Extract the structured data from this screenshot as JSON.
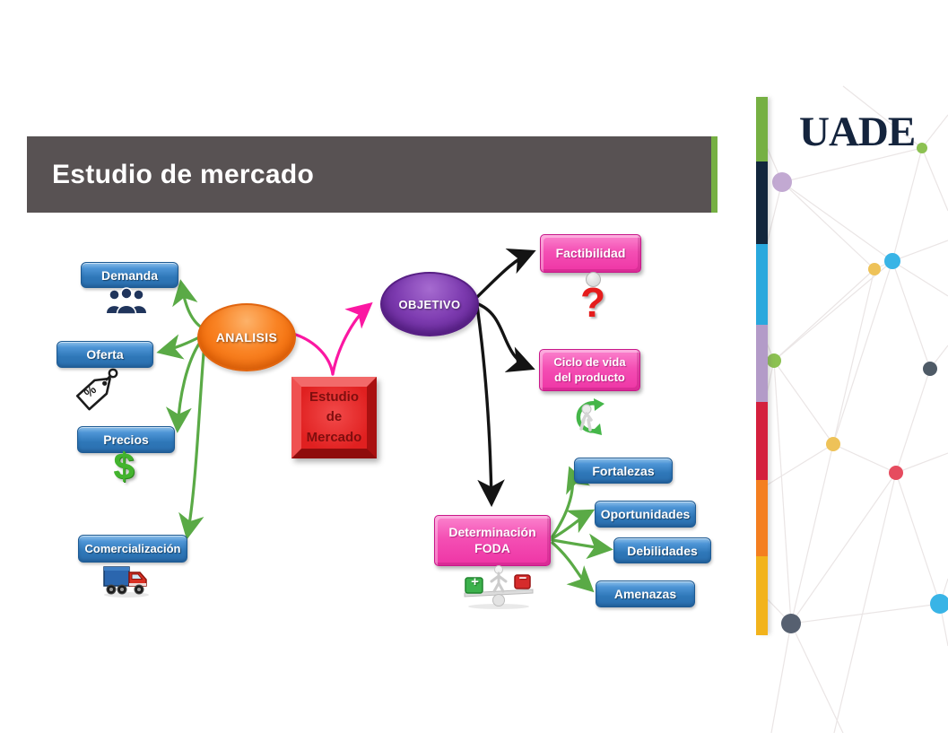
{
  "slide": {
    "title": "Estudio de mercado"
  },
  "logo": {
    "text": "UADE"
  },
  "mindmap": {
    "center": {
      "lines": [
        "Estudio",
        "de",
        "Mercado"
      ]
    },
    "analisis": {
      "label": "ANALISIS"
    },
    "objetivo": {
      "label": "OBJETIVO"
    },
    "analysis_branches": [
      {
        "label": "Demanda",
        "icon": "people-group-icon"
      },
      {
        "label": "Oferta",
        "icon": "price-tag-icon"
      },
      {
        "label": "Precios",
        "icon": "dollar-sign-icon"
      },
      {
        "label": "Comercialización",
        "icon": "delivery-truck-icon"
      }
    ],
    "objetivo_branches": [
      {
        "label": "Factibilidad",
        "icon": "question-mark-figure-icon"
      },
      {
        "lines": [
          "Ciclo de vida",
          "del producto"
        ],
        "icon": "recycle-figure-icon"
      },
      {
        "lines": [
          "Determinación",
          "FODA"
        ],
        "icon": "balance-scale-icon"
      }
    ],
    "foda_branches": [
      "Fortalezas",
      "Oportunidades",
      "Debilidades",
      "Amenazas"
    ],
    "glyphs": {
      "dollar": "$",
      "question": "?",
      "percent": "%",
      "plus": "+",
      "minus": "−"
    }
  },
  "colors": {
    "title_bar_bg": "#585253",
    "accent_green": "#76b043",
    "button_blue": "#2e77b8",
    "node_pink": "#f23ea9",
    "ellipse_orange": "#f87c1b",
    "ellipse_purple": "#6f2fa0",
    "center_red_box": "#e02020",
    "arrow_green": "#5aaa46",
    "arrow_pink": "#fb17a2",
    "arrow_black": "#141414",
    "logo_navy": "#14243d"
  },
  "sidebar": {
    "strip_colors": [
      "#76b043",
      "#12263c",
      "#29a8dd",
      "#b39bc8",
      "#d41f3d",
      "#f47f20",
      "#f2b31c"
    ],
    "dot_colors": [
      "#8cc152",
      "#c2a9d2",
      "#39b4e6",
      "#eec258",
      "#4e5a66",
      "#e64c5f",
      "#566070"
    ]
  }
}
